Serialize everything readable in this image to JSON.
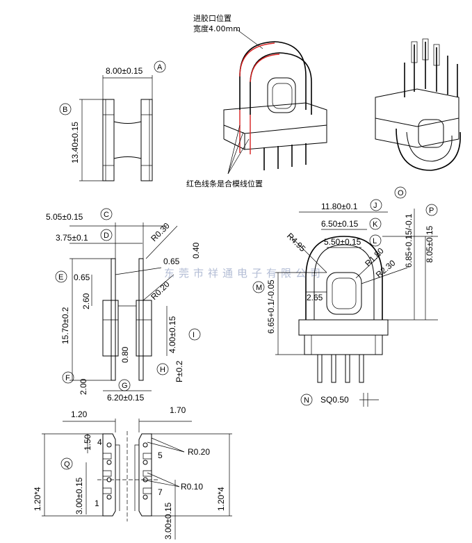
{
  "annotations": {
    "gate_note_line1": "进胶口位置",
    "gate_note_line2": "宽度4.00mm",
    "red_line_note": "红色线条是合模线位置",
    "watermark": "东莞市祥通电子有限公司"
  },
  "top_view": {
    "dim_width": "8.00±0.15",
    "dim_width_tag": "A",
    "dim_height": "13.40±0.15",
    "dim_height_tag": "B"
  },
  "side_view": {
    "dim_c": "5.05±0.15",
    "tag_c": "C",
    "dim_d": "3.75±0.1",
    "tag_d": "D",
    "r030": "R0.30",
    "d065_top": "0.65",
    "d040": "0.40",
    "tag_e": "E",
    "d065_left": "0.65",
    "d1570": "15.70±0.2",
    "d260": "2.60",
    "r020": "R0.20",
    "d400": "4.00±0.15",
    "tag_i": "I",
    "d080": "0.80",
    "tag_h": "H",
    "p02": "P±0.2",
    "tag_f": "F",
    "d200": "2.00",
    "tag_g": "G",
    "d620": "6.20±0.15"
  },
  "front_view": {
    "d1180": "11.80±0.1",
    "tag_j": "J",
    "tag_o": "O",
    "tag_p": "P",
    "d650": "6.50±0.15",
    "tag_k": "K",
    "d550": "5.50±0.15",
    "tag_l": "L",
    "r495": "R4.95",
    "r180": "R1.80",
    "r230": "R2.30",
    "d685": "6.85+0.15/-0.1",
    "d805": "8.05±0.15",
    "tag_m": "M",
    "d265": "2.65",
    "d665": "6.65+0.1/-0.05",
    "tag_n": "N",
    "sq": "SQ0.50"
  },
  "bottom_view": {
    "d120_top": "1.20",
    "d170": "1.70",
    "d150": "1.50",
    "tag_q": "Q",
    "d120x4_left": "1.20*4",
    "d300_left": "3.00±0.15",
    "r020": "R0.20",
    "r010": "R0.10",
    "d120x4_right": "1.20*4",
    "d300_bottom": "3.00±0.15",
    "pin4": "4",
    "pin5": "5",
    "pin7": "7",
    "pin1": "1"
  }
}
